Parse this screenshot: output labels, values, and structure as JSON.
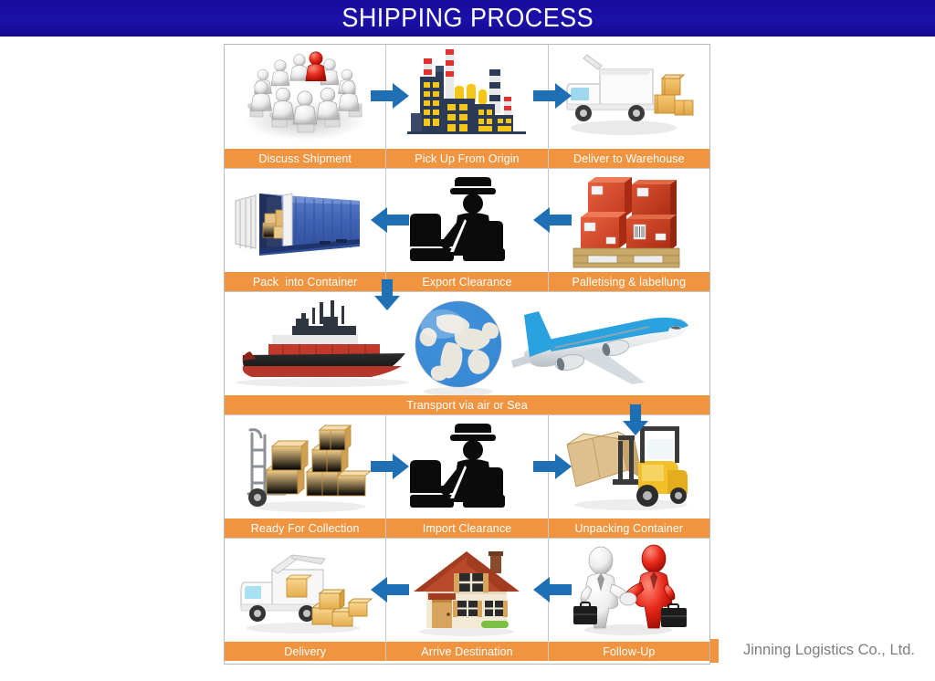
{
  "header": {
    "title": "SHIPPING PROCESS",
    "band_color": "#1a0f9e",
    "text_color": "#ffffff"
  },
  "theme": {
    "caption_bg": "#f1943f",
    "caption_text": "#ffffff",
    "arrow_color": "#1f6fb5",
    "grid_border": "#c8c8c8",
    "page_bg": "#ffffff"
  },
  "process": {
    "rows": [
      {
        "id": "row-1",
        "direction": "right",
        "cells": [
          {
            "id": "discuss-shipment",
            "label": "Discuss Shipment",
            "art": "meeting-figures-icon"
          },
          {
            "id": "pick-up-from-origin",
            "label": "Pick Up From Origin",
            "art": "factory-icon"
          },
          {
            "id": "deliver-to-warehouse",
            "label": "Deliver to Warehouse",
            "art": "delivery-truck-icon"
          }
        ]
      },
      {
        "id": "row-2",
        "direction": "left",
        "cells": [
          {
            "id": "pack-into-container",
            "label": "Pack  into Container",
            "art": "shipping-container-icon"
          },
          {
            "id": "export-clearance",
            "label": "Export Clearance",
            "art": "customs-officer-icon"
          },
          {
            "id": "palletising-labelling",
            "label": "Palletising & labellung",
            "art": "pallet-boxes-icon"
          }
        ]
      },
      {
        "id": "row-3",
        "direction": "down",
        "cells": [
          {
            "id": "transport-via-air-or-sea",
            "label": "Transport via air or Sea",
            "art": "ship-globe-plane-icon"
          }
        ]
      },
      {
        "id": "row-4",
        "direction": "right",
        "cells": [
          {
            "id": "ready-for-collection",
            "label": "Ready For Collection",
            "art": "handtruck-boxes-icon"
          },
          {
            "id": "import-clearance",
            "label": "Import Clearance",
            "art": "customs-officer-icon"
          },
          {
            "id": "unpacking-container",
            "label": "Unpacking Container",
            "art": "forklift-icon"
          }
        ]
      },
      {
        "id": "row-5",
        "direction": "left",
        "cells": [
          {
            "id": "delivery",
            "label": "Delivery",
            "art": "van-parcels-icon"
          },
          {
            "id": "arrive-destination",
            "label": "Arrive Destination",
            "art": "house-icon"
          },
          {
            "id": "follow-up",
            "label": "Follow-Up",
            "art": "handshake-figures-icon"
          }
        ]
      }
    ]
  },
  "footer": {
    "company": "Jinning Logistics Co., Ltd."
  }
}
